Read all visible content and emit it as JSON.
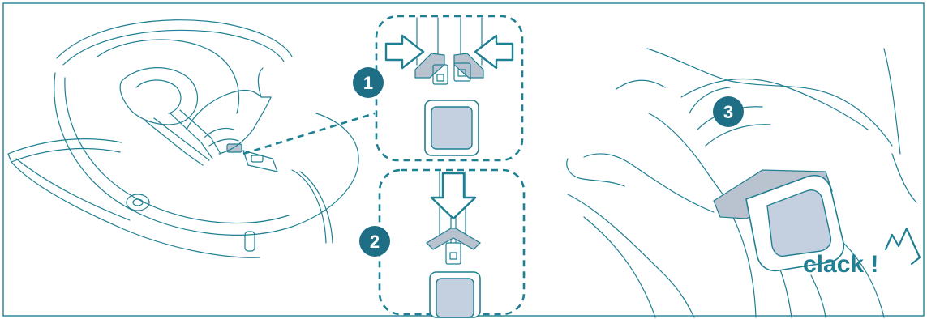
{
  "colors": {
    "line": "#1f7f93",
    "badge": "#1e6f86",
    "buckle_fill": "#c4d0e0",
    "white": "#ffffff"
  },
  "steps": [
    {
      "number": "1"
    },
    {
      "number": "2"
    },
    {
      "number": "3"
    }
  ],
  "sound_label": "clack !"
}
